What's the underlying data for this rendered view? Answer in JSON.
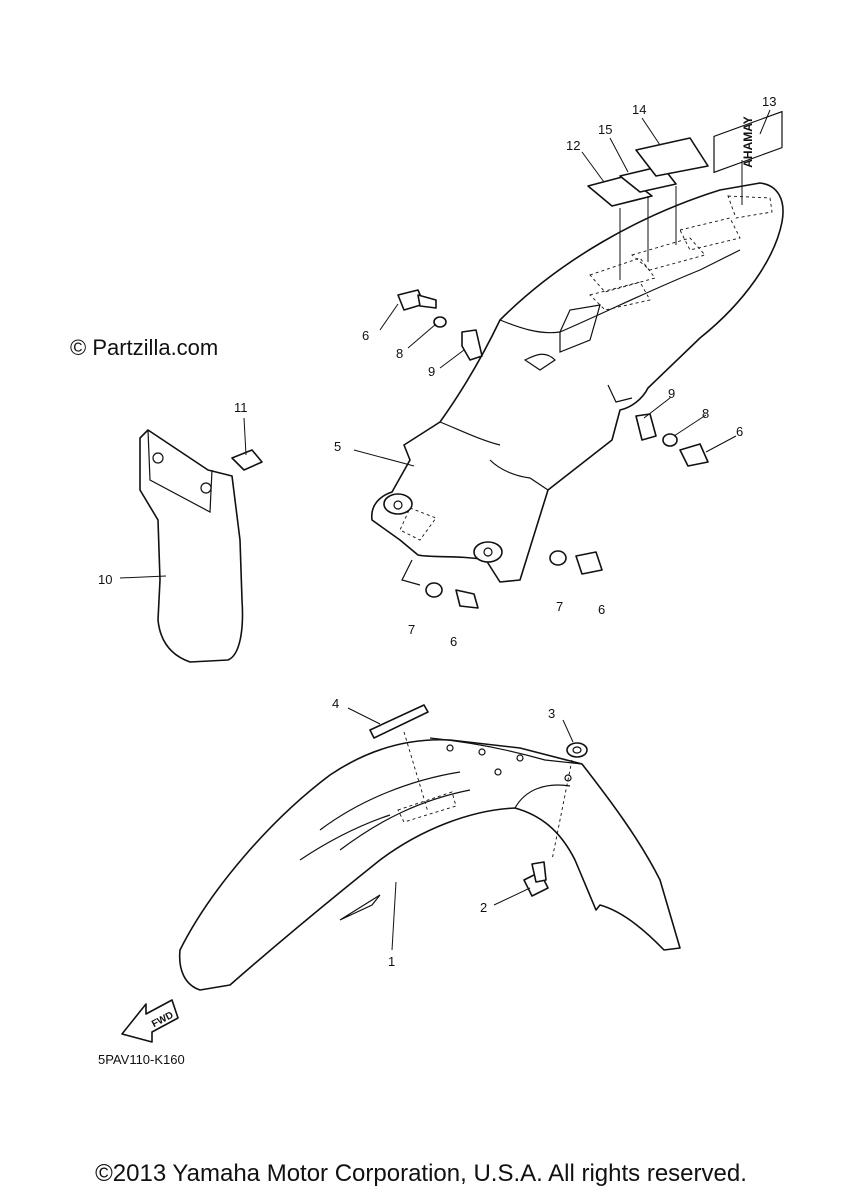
{
  "watermark": "© Partzilla.com",
  "catalog_number": "5PAV110-K160",
  "fwd_label": "FWD",
  "yamaha_decal_text": "YAMAHA",
  "copyright": "©2013 Yamaha Motor Corporation, U.S.A. All rights reserved.",
  "callouts": {
    "c1": "1",
    "c2": "2",
    "c3": "3",
    "c4": "4",
    "c5": "5",
    "c6a": "6",
    "c6b": "6",
    "c6c": "6",
    "c6d": "6",
    "c7a": "7",
    "c7b": "7",
    "c8a": "8",
    "c8b": "8",
    "c9a": "9",
    "c9b": "9",
    "c10": "10",
    "c11": "11",
    "c12": "12",
    "c13": "13",
    "c14": "14",
    "c15": "15"
  }
}
